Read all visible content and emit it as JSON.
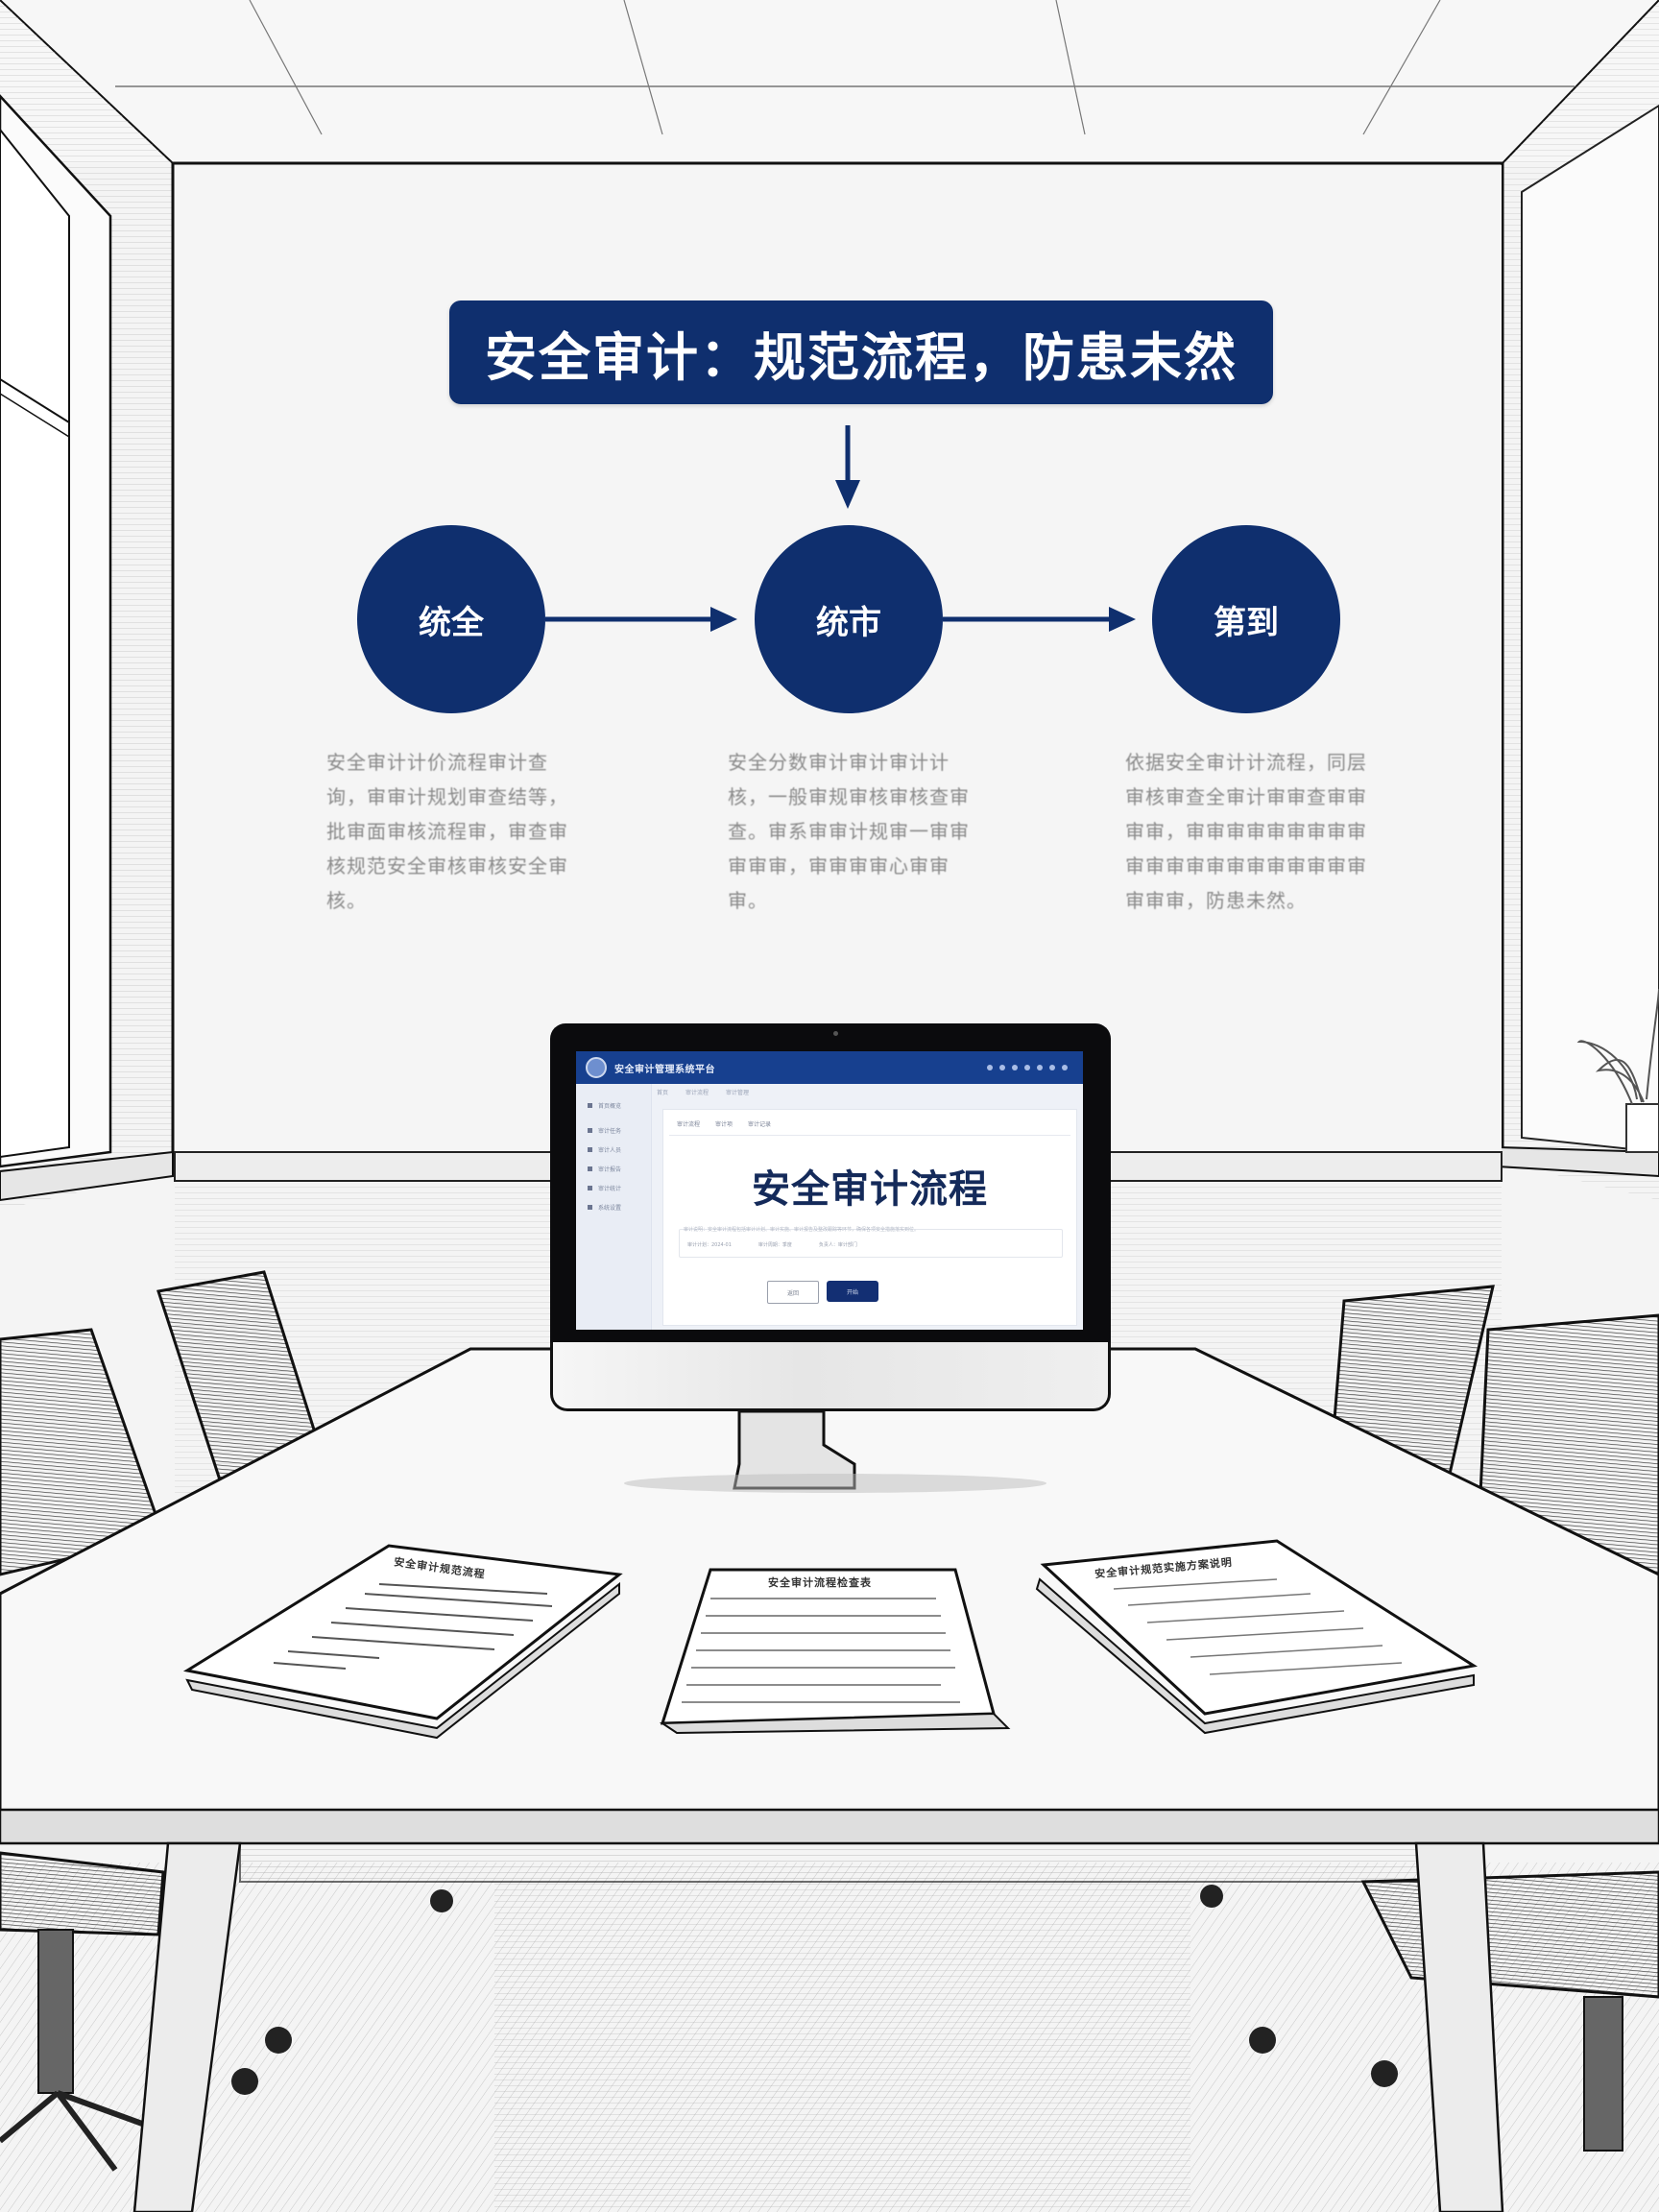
{
  "scene": {
    "description": "Pencil-sketch conference room with security audit process poster on the wall, monitor and documents on the table"
  },
  "colors": {
    "brand_navy": "#0f2f6e",
    "screen_header": "#17408f",
    "sketch_line": "#1a1a1a",
    "wall": "#f4f4f4"
  },
  "wall_poster": {
    "title": "安全审计：规范流程，防患未然",
    "steps": [
      {
        "label": "统全",
        "description": "安全审计计价流程审计查询，审审计规划审查结等，批审面审核流程审，审查审核规范安全审核审核安全审核。"
      },
      {
        "label": "统市",
        "description": "安全分数审计审计审计计核，一般审规审核审核查审查。审系审审计规审一审审审审审，审审审审心审审审。"
      },
      {
        "label": "第到",
        "description": "依据安全审计计流程，同层审核审查全审计审审查审审审审，审审审审审审审审审审审审审审审审审审审审审审审审，防患未然。"
      }
    ]
  },
  "monitor": {
    "app_title": "安全审计管理系统平台",
    "header_icons": [
      "home-icon",
      "cloud-icon",
      "info-icon",
      "edit-icon",
      "settings-icon",
      "user-icon",
      "bell-icon"
    ],
    "sidebar_items": [
      {
        "icon": "home-icon",
        "label": "首页概览"
      },
      {
        "icon": "list-icon",
        "label": "审计任务"
      },
      {
        "icon": "user-icon",
        "label": "审计人员"
      },
      {
        "icon": "file-icon",
        "label": "审计报告"
      },
      {
        "icon": "chart-icon",
        "label": "审计统计"
      },
      {
        "icon": "settings-icon",
        "label": "系统设置"
      }
    ],
    "top_nav": [
      "首页",
      "审计流程",
      "审计管理"
    ],
    "sub_tabs": [
      "审计流程",
      "审计项",
      "审计记录"
    ],
    "main_title": "安全审计流程",
    "info_line": "审计说明：安全审计流程包括审计计划、审计实施、审计报告及整改跟踪等环节，确保各项安全措施落实到位。",
    "info_items": [
      "审计计划：2024-01",
      "审计周期：季度",
      "负责人：审计部门"
    ],
    "secondary_button": "返回",
    "primary_button": "开始"
  },
  "documents": [
    {
      "title": "安全审计规范流程"
    },
    {
      "title": "安全审计流程检查表"
    },
    {
      "title": "安全审计规范实施方案说明"
    }
  ]
}
